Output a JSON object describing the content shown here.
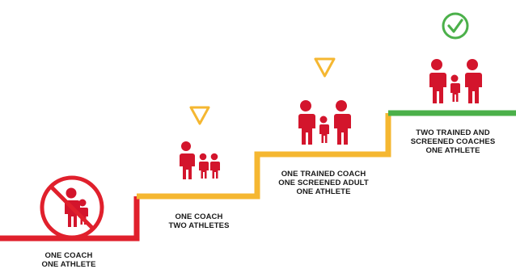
{
  "colors": {
    "red": "#e0202c",
    "orange": "#f5b731",
    "green": "#4bb04a",
    "figure": "#d3152c"
  },
  "steps": [
    {
      "status": "prohibited",
      "icon": "no-symbol-icon",
      "lines": [
        "ONE COACH",
        "ONE ATHLETE"
      ]
    },
    {
      "status": "caution",
      "icon": "caution-triangle-icon",
      "lines": [
        "ONE COACH",
        "TWO ATHLETES"
      ]
    },
    {
      "status": "caution",
      "icon": "caution-triangle-icon",
      "lines": [
        "ONE TRAINED COACH",
        "ONE SCREENED ADULT",
        "ONE ATHLETE"
      ]
    },
    {
      "status": "approved",
      "icon": "check-circle-icon",
      "lines": [
        "TWO TRAINED AND",
        "SCREENED COACHES",
        "ONE ATHLETE"
      ]
    }
  ]
}
